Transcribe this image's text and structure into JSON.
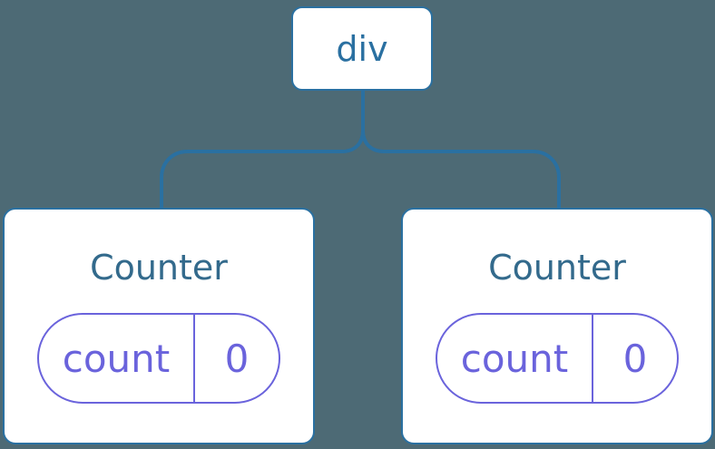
{
  "diagram": {
    "root": {
      "label": "div"
    },
    "children": [
      {
        "title": "Counter",
        "state_key": "count",
        "state_value": "0"
      },
      {
        "title": "Counter",
        "state_key": "count",
        "state_value": "0"
      }
    ]
  },
  "colors": {
    "background": "#4d6a75",
    "connector_blue": "#2a70a1",
    "node_fill": "#ffffff",
    "title_blue": "#336a8c",
    "state_purple": "#6a63dc"
  }
}
